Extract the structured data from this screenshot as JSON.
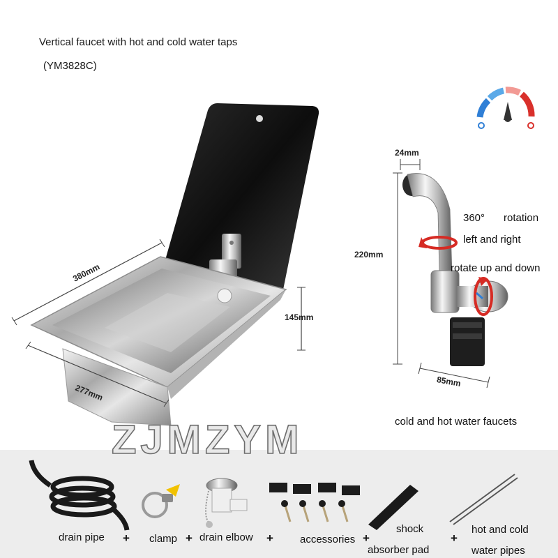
{
  "product": {
    "title": "Vertical faucet with hot and cold water taps",
    "model": "(YM3828C)",
    "brand": "ZJMZYM"
  },
  "dimensions": {
    "lid_width": "380mm",
    "sink_length": "277mm",
    "sink_depth": "145mm",
    "spout_diameter": "24mm",
    "faucet_height": "220mm",
    "faucet_base": "85mm"
  },
  "features": {
    "rotation_degrees": "360°",
    "rotation_word": "rotation",
    "rotation_direction": "left and right",
    "tilt": "rotate up and down",
    "caption": "cold and hot water faucets"
  },
  "accessories": [
    {
      "label": "drain pipe",
      "plus": "+"
    },
    {
      "label": "clamp",
      "plus": "+"
    },
    {
      "label": "drain elbow",
      "plus": "+"
    },
    {
      "label": "accessories",
      "plus": "+"
    },
    {
      "label_line1": "shock",
      "label_line2": "absorber pad",
      "plus": "+"
    },
    {
      "label_line1": "hot and cold",
      "label_line2": "water pipes"
    }
  ],
  "colors": {
    "top_background": "#ffffff",
    "bottom_background": "#ededed",
    "gauge_cold": "#2f7fd6",
    "gauge_hot": "#d9302b"
  },
  "icons": [
    "temperature-gauge-icon",
    "rotation-arrow-icon"
  ]
}
